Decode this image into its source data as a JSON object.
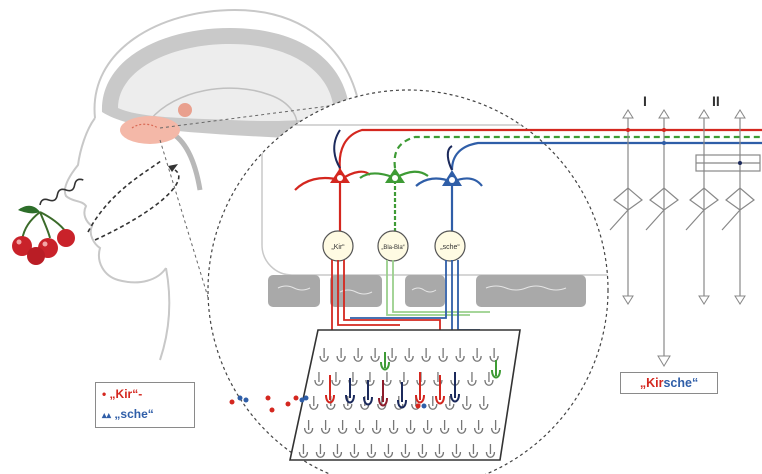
{
  "layer_labels": {
    "layer_1": "I",
    "layer_2": "II"
  },
  "node_labels": {
    "red": "„Kir“",
    "green": "„Bla-Bla“",
    "blue": "„sche“"
  },
  "legend": {
    "red_marker": "•",
    "red_text": "„Kir“-",
    "blue_marker": "▴▴",
    "blue_text": "„sche“"
  },
  "result": {
    "open_quote": "„",
    "red_part": "Kir",
    "blue_part": "sche",
    "close_quote": "“"
  },
  "colors": {
    "red": "#d4271f",
    "green": "#3e9b35",
    "blue": "#2f5ea8",
    "navy": "#1c2a5c",
    "dark_red": "#8e1c2a",
    "gray": "#9a9a9a",
    "cherry": "#c9222a"
  }
}
